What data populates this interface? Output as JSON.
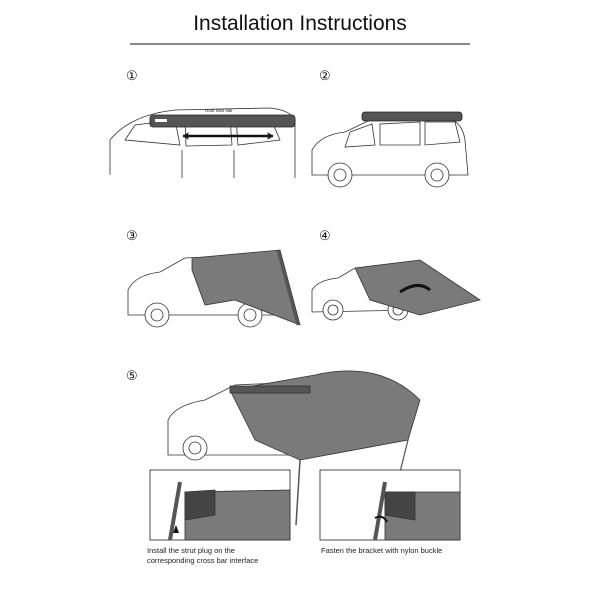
{
  "title": "Installation Instructions",
  "steps": [
    {
      "number": "①",
      "label": "Roof rack sail"
    },
    {
      "number": "②"
    },
    {
      "number": "③"
    },
    {
      "number": "④"
    },
    {
      "number": "⑤"
    }
  ],
  "captions": {
    "left_line1": "Install the strut plug on the",
    "left_line2": "corresponding cross bar interface",
    "right": "Fasten the bracket with nylon buckle"
  },
  "colors": {
    "awning": "#7a7a7a",
    "bag": "#555555",
    "line": "#333333"
  }
}
